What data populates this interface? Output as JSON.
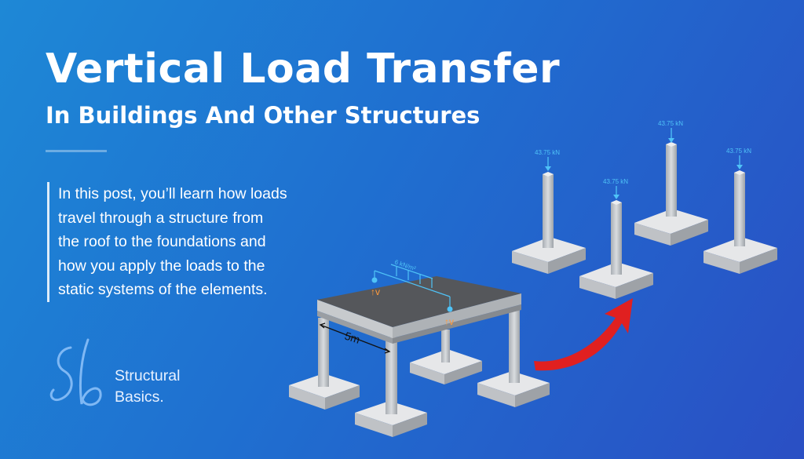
{
  "header": {
    "title": "Vertical Load Transfer",
    "subtitle": "In Buildings And Other Structures"
  },
  "intro": {
    "lines": [
      "In this post, you’ll learn how loads",
      "travel through a structure from",
      "the roof to the foundations and",
      "how you apply the loads to the",
      "static systems of the elements."
    ]
  },
  "brand": {
    "line1": "Structural",
    "line2": "Basics."
  },
  "illustration": {
    "span_label": "5m",
    "slab_load_label": "6 kN/m²",
    "reaction_label": "↑v",
    "column_load_labels": [
      "43.75 kN",
      "43.75 kN",
      "43.75 kN",
      "43.75 kN"
    ]
  },
  "colors": {
    "background_start": "#1e88d6",
    "background_end": "#2a4fc4",
    "arrow": "#e02020",
    "load_annotation": "#4fc3f7",
    "reaction_annotation": "#ff9a3c"
  }
}
